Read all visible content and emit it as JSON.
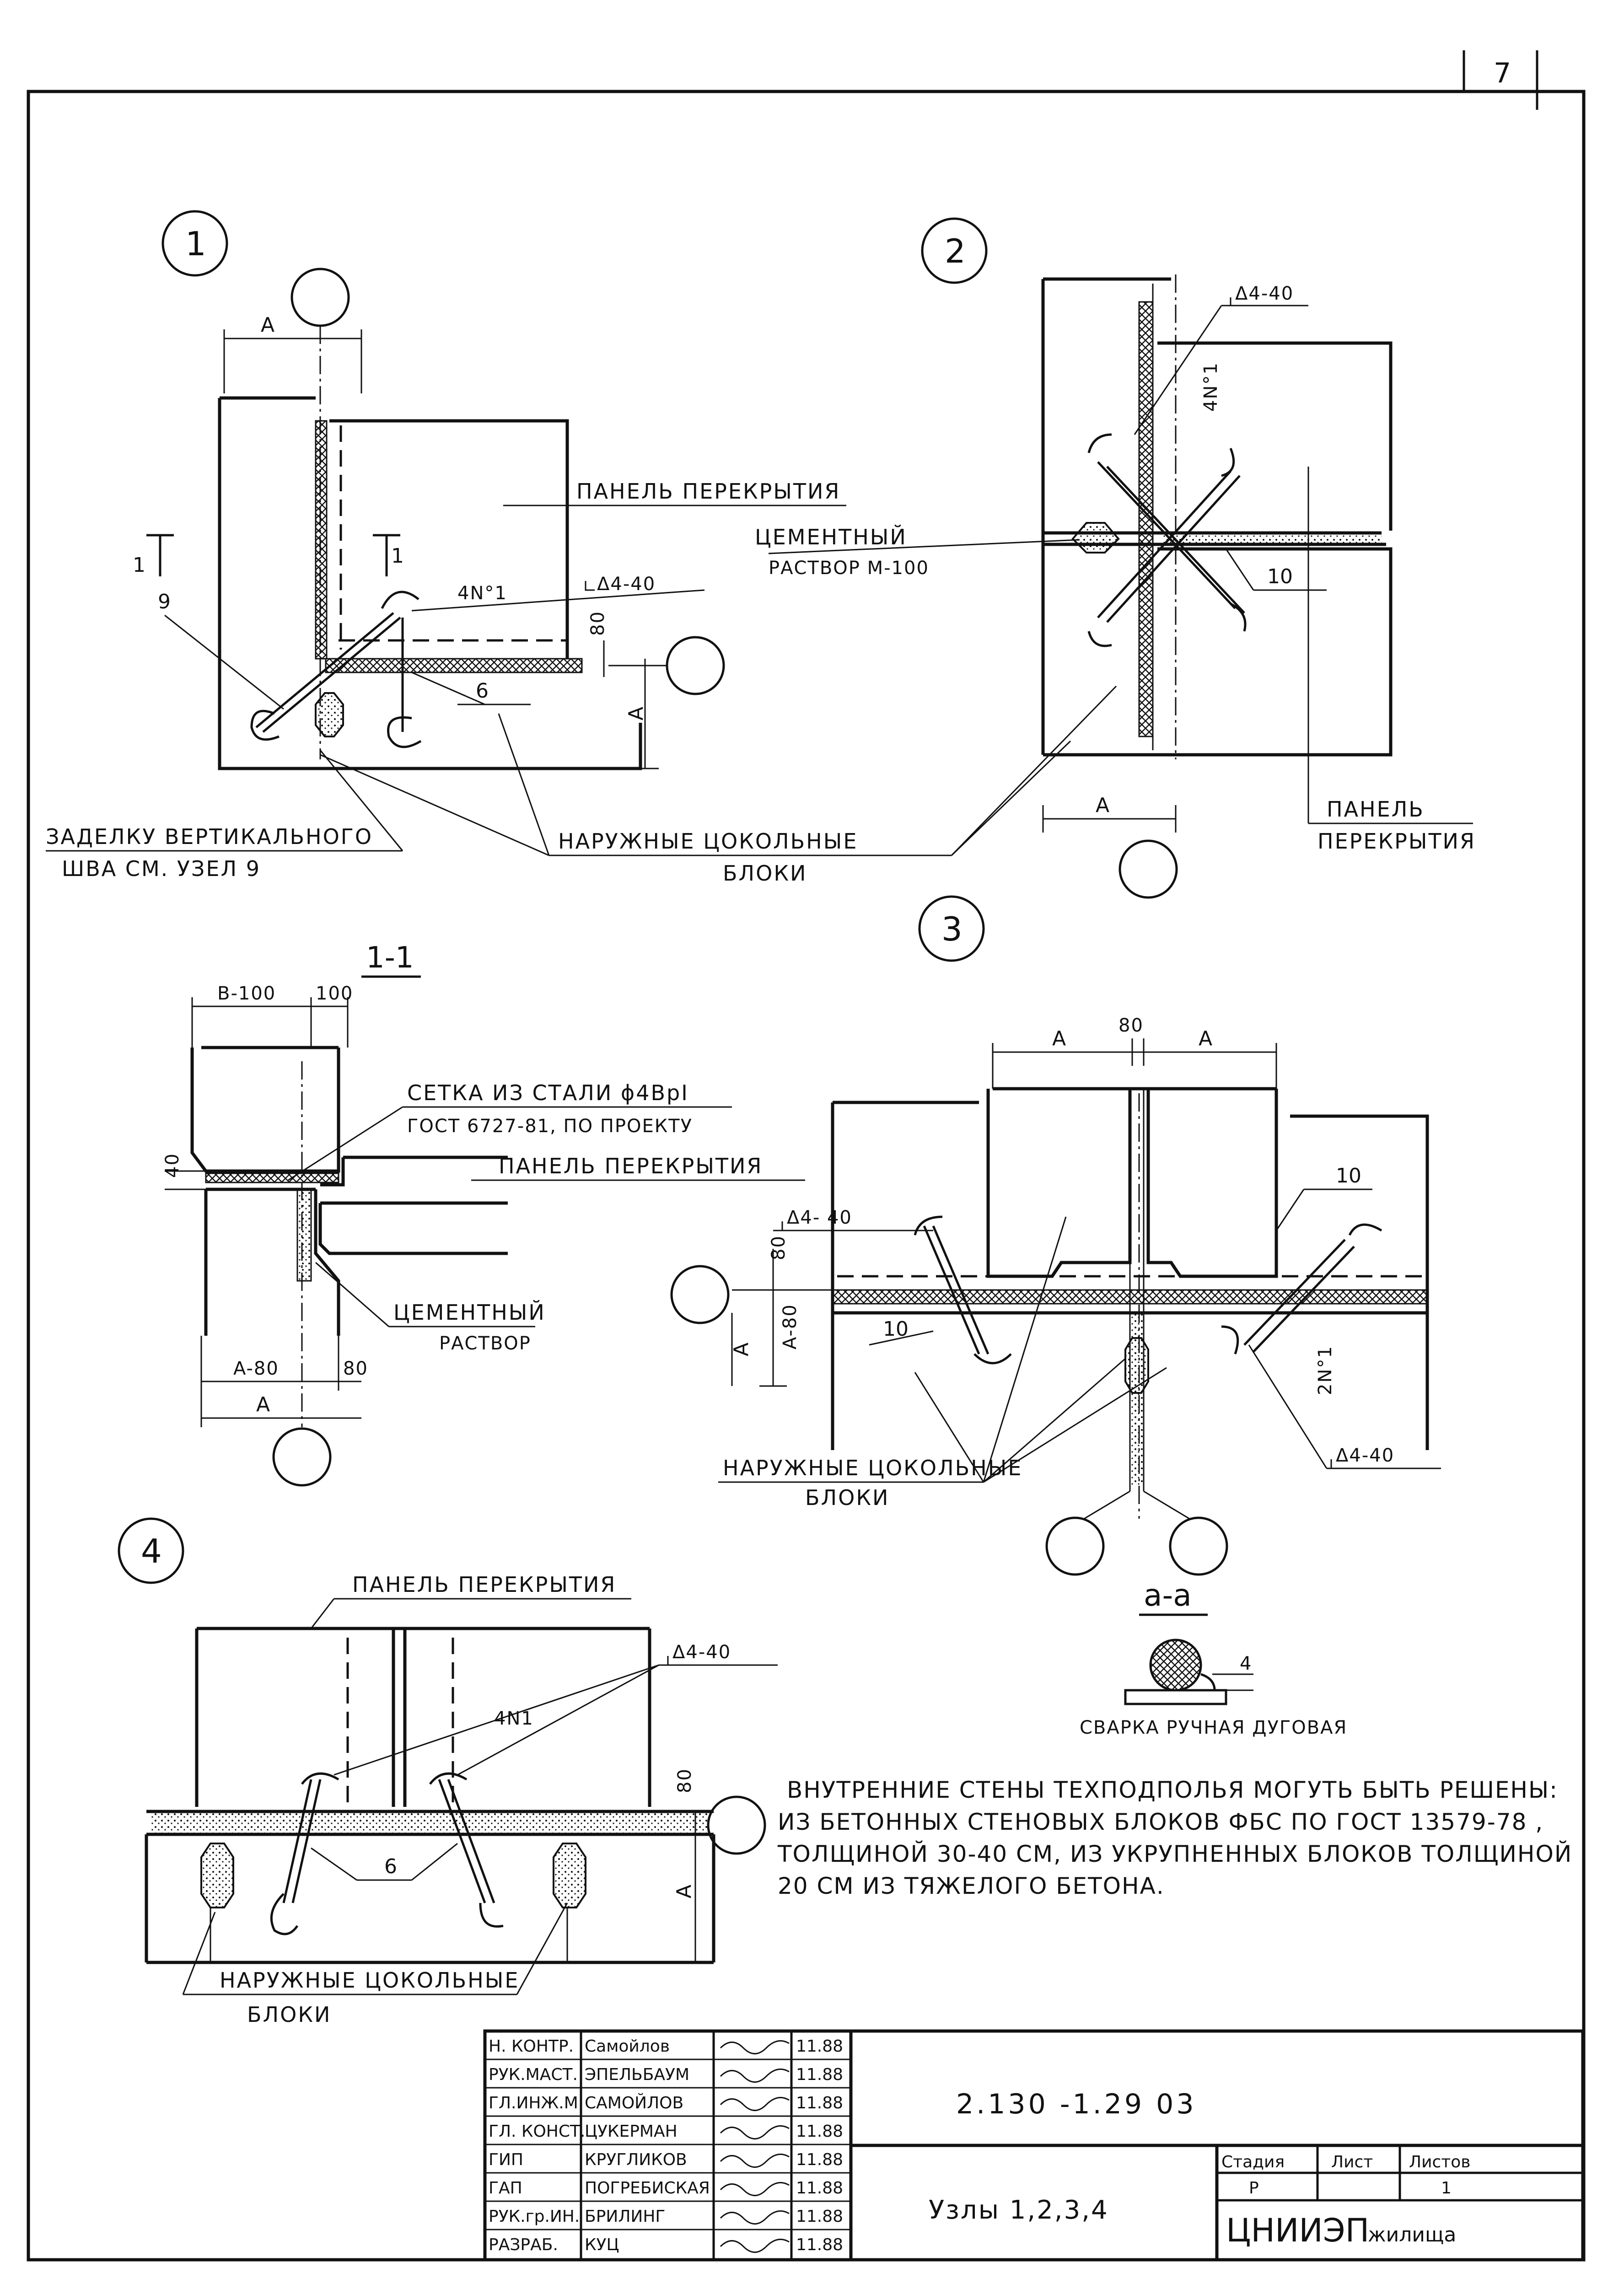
{
  "page_number": "7",
  "nodes": {
    "n1": "1",
    "n2": "2",
    "n3": "3",
    "n4": "4"
  },
  "labels": {
    "panel_slab": "ПАНЕЛЬ ПЕРЕКРЫТИЯ",
    "panel_slab_2a": "ПАНЕЛЬ",
    "panel_slab_2b": "ПЕРЕКРЫТИЯ",
    "panel_slab_4": "ПАНЕЛЬ ПЕРЕКРЫТИЯ",
    "panel_slab_11": "ПАНЕЛЬ ПЕРЕКРЫТИЯ",
    "cement_mortar_a": "ЦЕМЕНТНЫЙ",
    "cement_mortar_b": "РАСТВОР М-100",
    "cement_11a": "ЦЕМЕНТНЫЙ",
    "cement_11b": "РАСТВОР",
    "seal_a": "ЗАДЕЛКУ ВЕРТИКАЛЬНОГО",
    "seal_b": "ШВА СМ. УЗЕЛ 9",
    "outer_blocks_a": "НАРУЖНЫЕ ЦОКОЛЬНЫЕ",
    "outer_blocks_b": "БЛОКИ",
    "outer_blocks3_a": "НАРУЖНЫЕ ЦОКОЛЬНЫЕ",
    "outer_blocks3_b": "БЛОКИ",
    "outer_blocks4_a": "НАРУЖНЫЕ ЦОКОЛЬНЫЕ",
    "outer_blocks4_b": "БЛОКИ",
    "mesh_a": "СЕТКА ИЗ СТАЛИ ϕ4ВрI",
    "mesh_b": "ГОСТ 6727-81, ПО ПРОЕКТУ",
    "section_11": "1-1",
    "section_aa": "а-а",
    "welding": "СВАРКА РУЧНАЯ ДУГОВАЯ",
    "weld_4": "4",
    "anchor_1": "4N°1",
    "anchor_2": "4N°1",
    "anchor_3": "2N°1",
    "anchor_4": "4N1",
    "weld_1": "Δ4-40",
    "weld_2": "Δ4-40",
    "weld_3a": "Δ4- 40",
    "weld_3b": "Δ4-40",
    "weld_4b": "Δ4-40",
    "ref_9": "9",
    "ref_6a": "6",
    "ref_6b": "6",
    "ref_10a": "10",
    "ref_10b": "10",
    "ref_10c": "10",
    "cut_1a": "1",
    "cut_1b": "1",
    "dim_A": "A",
    "dim_80": "80",
    "dim_40": "40",
    "dim_100": "100",
    "dim_B100": "B-100",
    "dim_A80": "A-80"
  },
  "note_lines": [
    "ВНУТРЕННИЕ СТЕНЫ ТЕХПОДПОЛЬЯ МОГУТЬ БЫТЬ РЕШЕНЫ:",
    "ИЗ БЕТОННЫХ СТЕНОВЫХ БЛОКОВ ФБС ПО ГОСТ 13579-78 ,",
    "ТОЛЩИНОЙ 30-40 СМ, ИЗ УКРУПНЕННЫХ БЛОКОВ ТОЛЩИНОЙ",
    "20 СМ ИЗ ТЯЖЕЛОГО БЕТОНА."
  ],
  "title_block": {
    "roles": [
      {
        "role": "Н. КОНТР.",
        "name": "Самойлов",
        "date": "11.88"
      },
      {
        "role": "РУК.МАСТ.",
        "name": "ЭПЕЛЬБАУМ",
        "date": "11.88"
      },
      {
        "role": "ГЛ.ИНЖ.М.",
        "name": "САМОЙЛОВ",
        "date": "11.88"
      },
      {
        "role": "ГЛ. КОНСТ.",
        "name": "ЦУКЕРМАН",
        "date": "11.88"
      },
      {
        "role": "ГИП",
        "name": "КРУГЛИКОВ",
        "date": "11.88"
      },
      {
        "role": "ГАП",
        "name": "ПОГРЕБИСКАЯ",
        "date": "11.88"
      },
      {
        "role": "РУК.гр.ИН.",
        "name": "БРИЛИНГ",
        "date": "11.88"
      },
      {
        "role": "РАЗРАБ.",
        "name": "КУЦ",
        "date": "11.88"
      }
    ],
    "doc_code": "2.130 -1.29 03",
    "sheet_title": "Узлы 1,2,3,4",
    "stage_label": "Стадия",
    "sheet_label": "Лист",
    "sheets_label": "Листов",
    "stage": "Р",
    "sheets": "1",
    "org": "ЦНИИЭП",
    "org_suffix": "жилища"
  }
}
